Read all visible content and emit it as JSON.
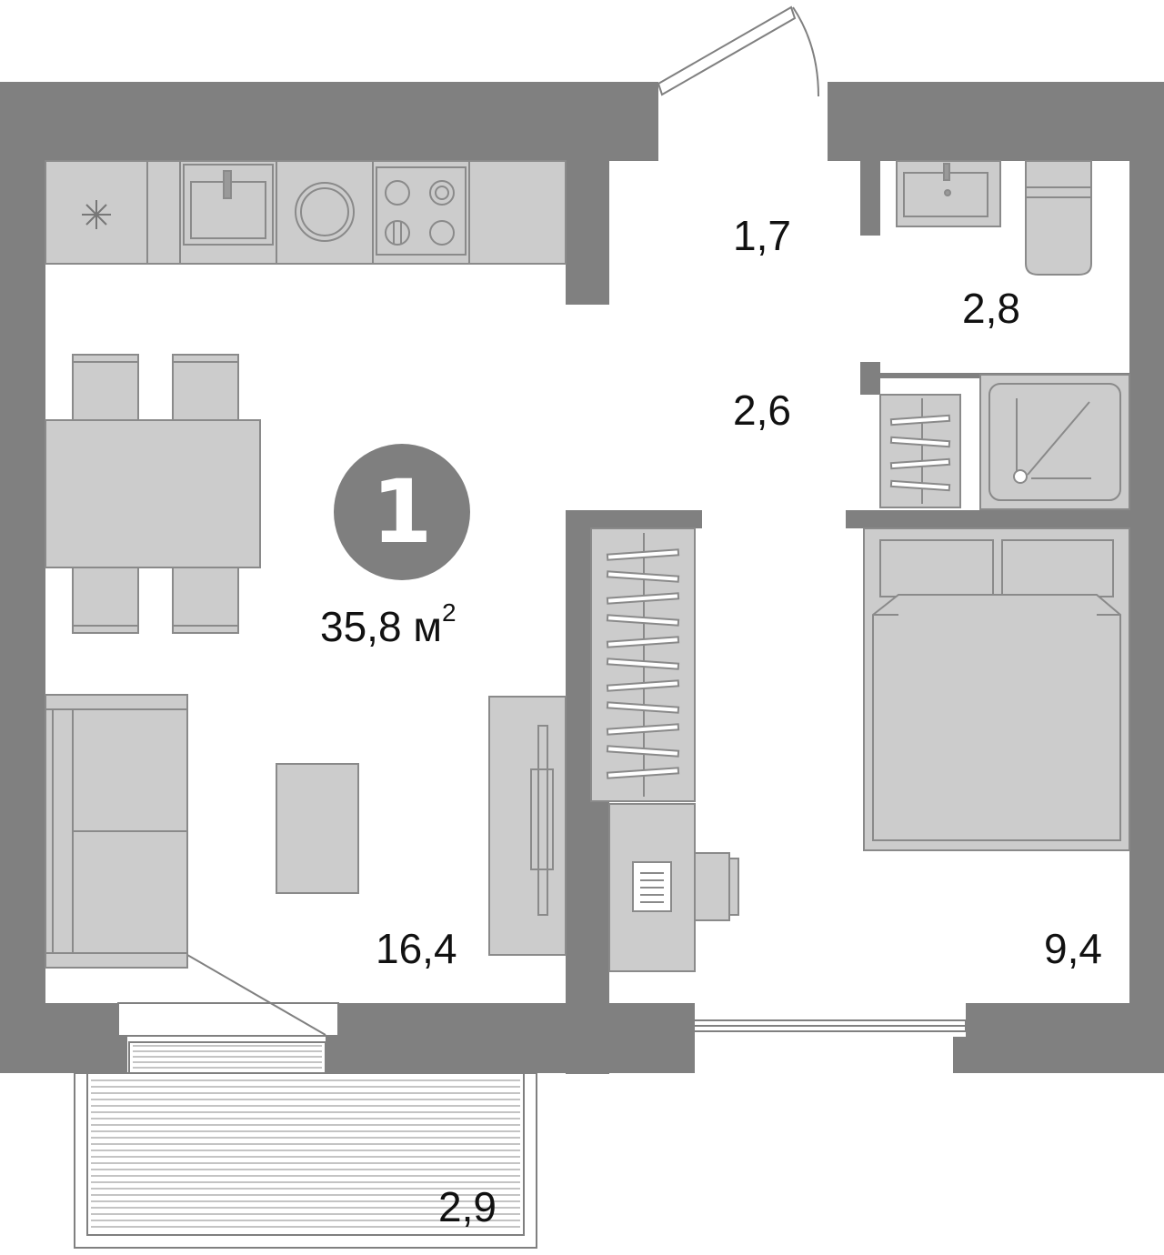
{
  "apartment": {
    "rooms": "1",
    "total_area": "35,8",
    "total_unit": "м",
    "total_unit_power": "2"
  },
  "areas": {
    "hall": "1,7",
    "bathroom": "2,8",
    "corridor": "2,6",
    "living_kitchen": "16,4",
    "bedroom": "9,4",
    "balcony": "2,9"
  },
  "colors": {
    "wall": "#808080",
    "furniture_fill": "#cccccc",
    "furniture_stroke": "#8a8a8a",
    "badge": "#7f7f7f",
    "background": "#ffffff"
  }
}
